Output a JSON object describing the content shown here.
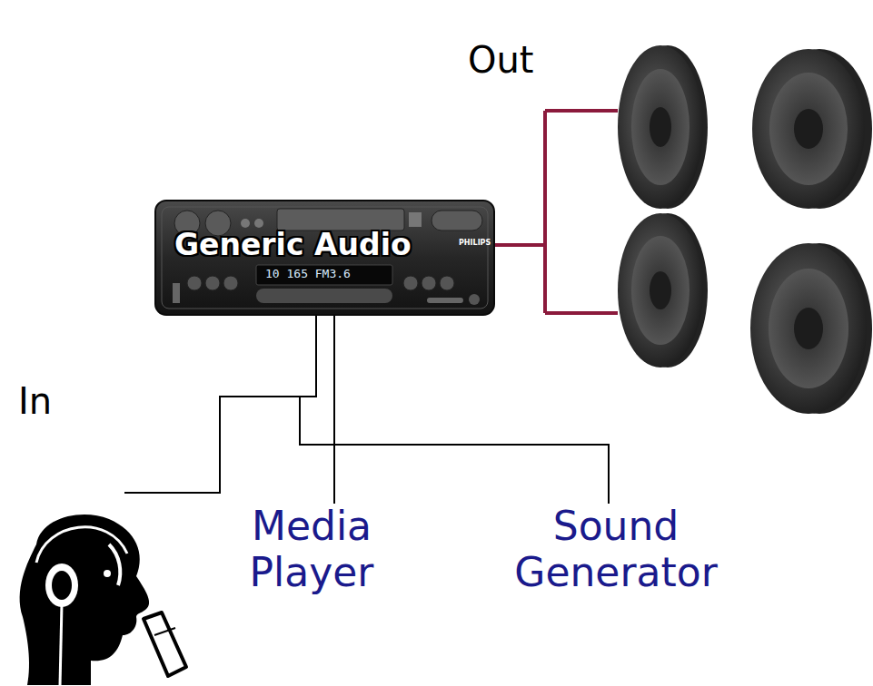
{
  "diagram": {
    "nodes": [
      {
        "text": [
          "Generic Audio"
        ]
      },
      {
        "text": [
          "Media Player"
        ]
      },
      {
        "text": [
          "Sound Generator"
        ]
      }
    ],
    "edges": [
      {
        "from": 1,
        "to": 0,
        "arrow": "none"
      },
      {
        "from": 2,
        "to": 0,
        "arrow": "none"
      }
    ],
    "labels": [
      "Out",
      "In",
      "PHILIPS",
      "10 165 FM3.6"
    ]
  }
}
